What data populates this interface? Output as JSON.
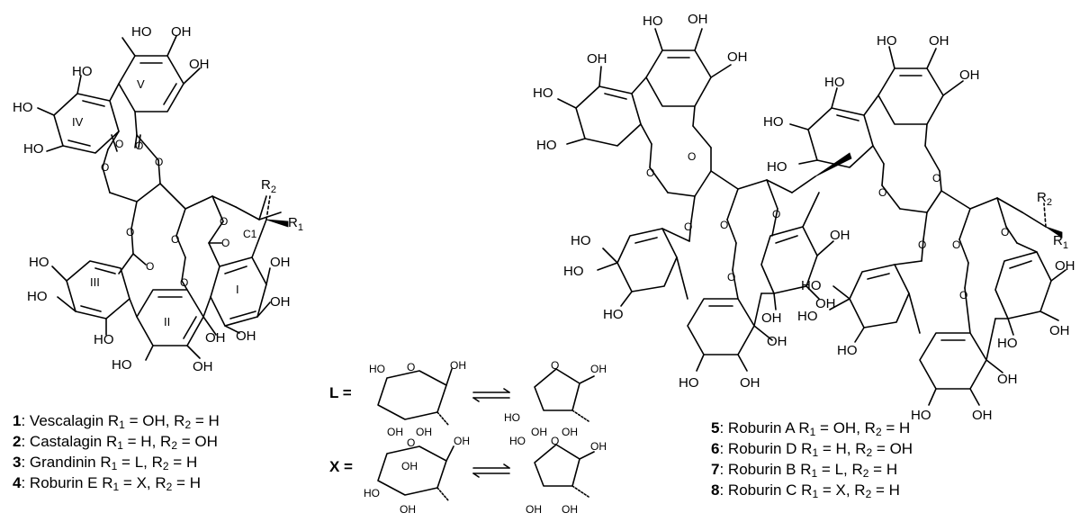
{
  "structure_labels": {
    "oh": "OH",
    "ho": "HO",
    "o": "O",
    "r1": "R1",
    "r2": "R2",
    "c1": "C1",
    "ring_i": "I",
    "ring_ii": "II",
    "ring_iii": "III",
    "ring_iv": "IV",
    "ring_v": "V",
    "sugar_l": "L =",
    "sugar_x": "X ="
  },
  "compounds_left": [
    {
      "num": "1",
      "name": "Vescalagin",
      "r1": "OH",
      "r2": "H"
    },
    {
      "num": "2",
      "name": "Castalagin",
      "r1": "H",
      "r2": "OH"
    },
    {
      "num": "3",
      "name": "Grandinin",
      "r1": "L",
      "r2": "H"
    },
    {
      "num": "4",
      "name": "Roburin E",
      "r1": "X",
      "r2": "H"
    }
  ],
  "compounds_right": [
    {
      "num": "5",
      "name": "Roburin A",
      "r1": "OH",
      "r2": "H"
    },
    {
      "num": "6",
      "name": "Roburin D",
      "r1": "H",
      "r2": "OH"
    },
    {
      "num": "7",
      "name": "Roburin B",
      "r1": "L",
      "r2": "H"
    },
    {
      "num": "8",
      "name": "Roburin C",
      "r1": "X",
      "r2": "H"
    }
  ]
}
